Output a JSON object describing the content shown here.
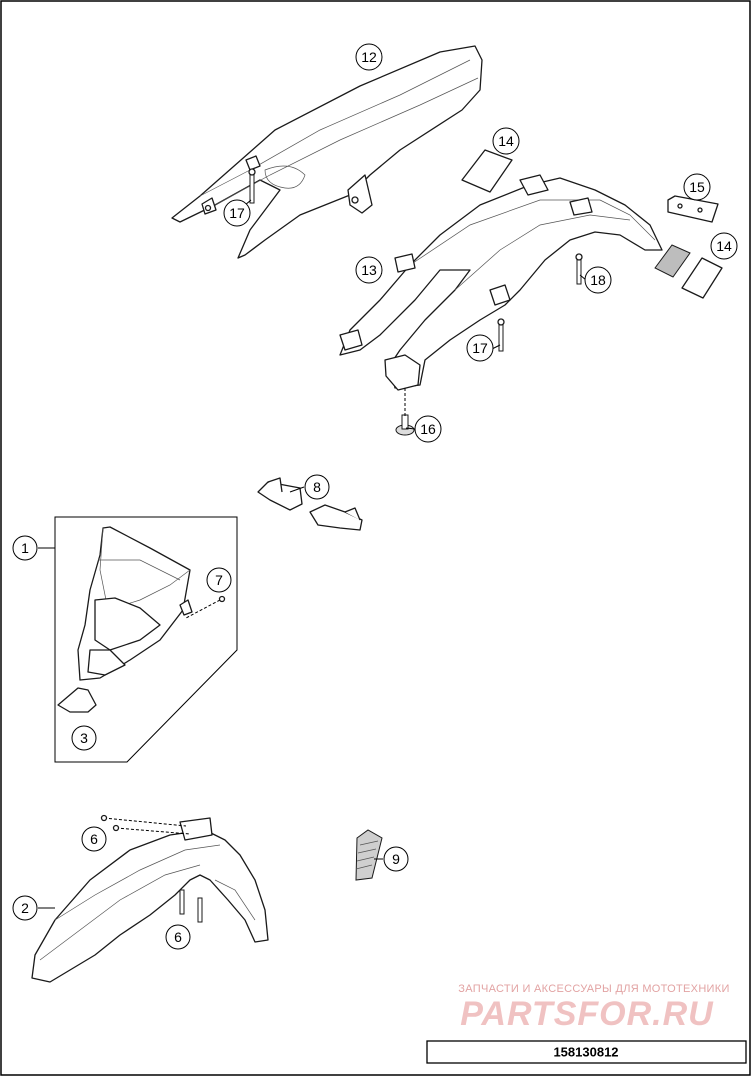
{
  "diagram_number": "158130812",
  "watermark": {
    "tagline": "ЗАПЧАСТИ И АКСЕССУАРЫ ДЛЯ МОТОТЕХНИКИ",
    "brand": "PARTSFOR.RU"
  },
  "callouts": [
    "1",
    "2",
    "3",
    "6",
    "6",
    "7",
    "8",
    "9",
    "12",
    "13",
    "14",
    "14",
    "15",
    "16",
    "17",
    "17",
    "18"
  ]
}
